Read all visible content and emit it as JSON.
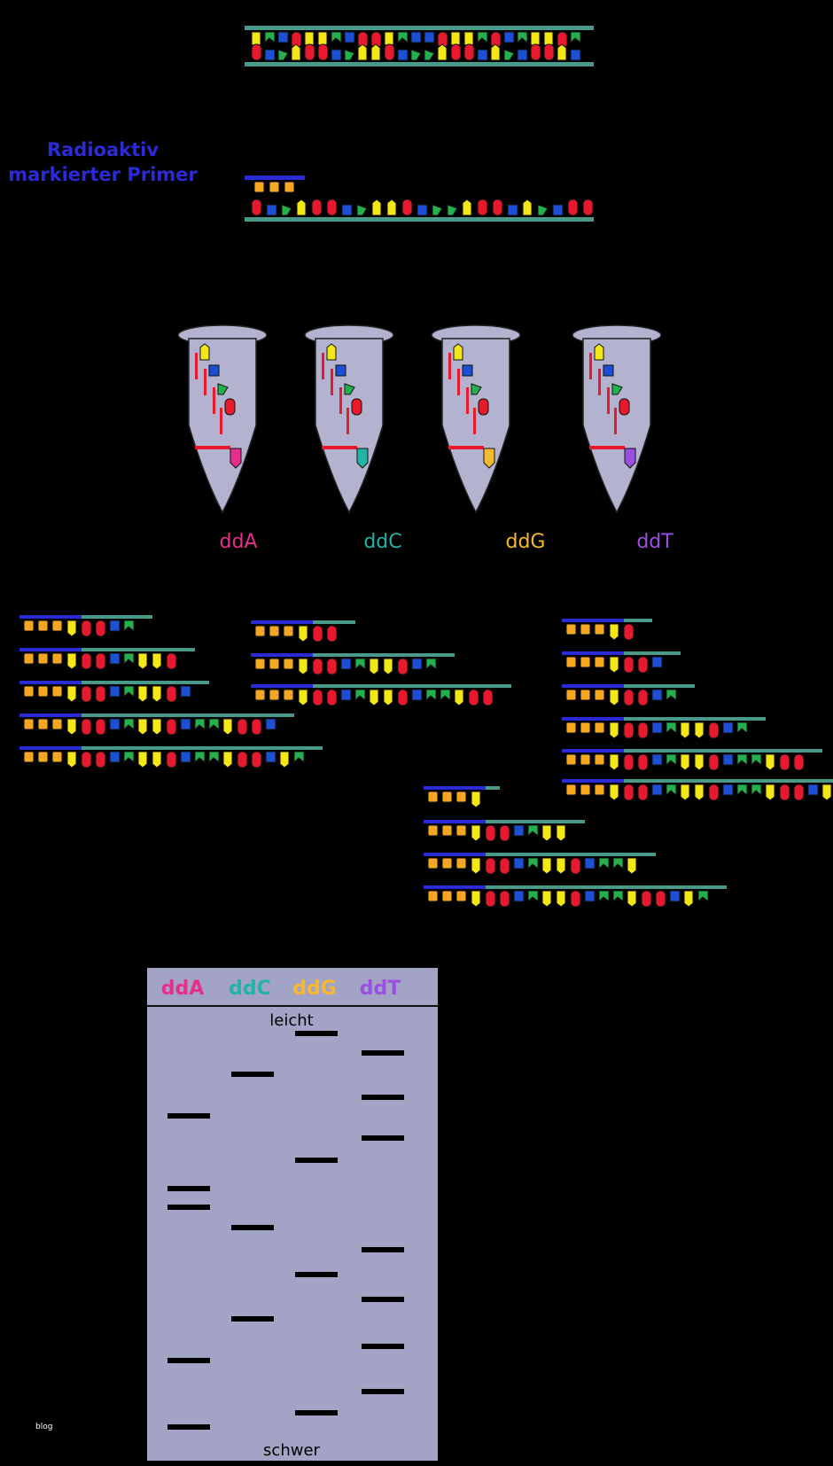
{
  "primer_label": [
    "Radioaktiv",
    "markierter Primer"
  ],
  "primer_color": "#2b2bd6",
  "background_color": "#000000",
  "strand_color": "#4a9a8a",
  "primer_strand_color": "#2b2bd6",
  "base_colors": {
    "A": "#e8192c",
    "C": "#1a4fd6",
    "G": "#22b14c",
    "T": "#f5e616",
    "primer_base": "#f5a623"
  },
  "tube_color": "#b3b3cf",
  "tube_labels": [
    {
      "text": "ddA",
      "color": "#e62f8a"
    },
    {
      "text": "ddC",
      "color": "#22b3a8"
    },
    {
      "text": "ddG",
      "color": "#f5b82e"
    },
    {
      "text": "ddT",
      "color": "#9b4fe0"
    }
  ],
  "gel": {
    "background": "#a3a3c6",
    "lanes": [
      {
        "text": "ddA",
        "color": "#e62f8a"
      },
      {
        "text": "ddC",
        "color": "#22b3a8"
      },
      {
        "text": "ddG",
        "color": "#f5b82e"
      },
      {
        "text": "ddT",
        "color": "#9b4fe0"
      }
    ],
    "top_label": "leicht",
    "bottom_label": "schwer"
  },
  "watermark": "blog"
}
